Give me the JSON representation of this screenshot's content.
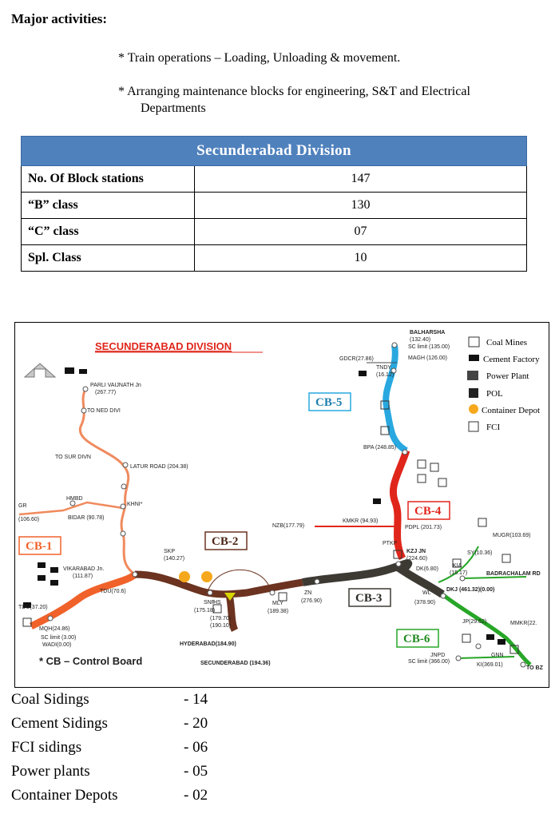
{
  "heading": "Major activities:",
  "activities": [
    "* Train operations – Loading, Unloading & movement.",
    "* Arranging maintenance blocks for engineering, S&T and Electrical",
    "Departments"
  ],
  "division_table": {
    "title": "Secunderabad Division",
    "rows": [
      {
        "label": "No. Of Block stations",
        "value": "147"
      },
      {
        "label": "“B” class",
        "value": "130"
      },
      {
        "label": "“C” class",
        "value": "07"
      },
      {
        "label": "Spl. Class",
        "value": "10"
      }
    ]
  },
  "map": {
    "title": "SECUNDERABAD DIVISION",
    "footnote": "* CB – Control Board",
    "control_boards": [
      "CB-1",
      "CB-2",
      "CB-3",
      "CB-4",
      "CB-5",
      "CB-6"
    ],
    "legend": [
      "Coal Mines",
      "Cement Factory",
      "Power Plant",
      "POL",
      "Container Depot",
      "FCI"
    ],
    "stations": {
      "parli": "PARLI VAIJNATH Jn",
      "parli_km": "(267.77)",
      "to_ned": "TO NED DIVI",
      "to_sur": "TO SUR DIVN",
      "latur": "LATUR ROAD (204.38)",
      "khni": "KHNI*",
      "hmbd": "HMBD",
      "gr": "GR",
      "gr_km": "(106.60)",
      "bidar": "BIDAR (90.78)",
      "vkb": "VIKARABAD Jn.",
      "vkb_km": "(111.87)",
      "tdu": "TDU(70.6)",
      "tdu2": "TDU(37.20)",
      "mqh": "MQH(24.86)",
      "sc1": "SC limit (3.00)",
      "wadi": "WADI(0.00)",
      "skp": "SKP",
      "skp_km": "(140.27)",
      "snf": "SNF",
      "snf_km": "(175.18)",
      "hs": "HS",
      "hs_km1": "(179.70)",
      "hs_km2": "(190.10)",
      "mly": "MLY",
      "mly_km": "(189.38)",
      "zn": "ZN",
      "zn_km": "(276.90)",
      "hyb": "HYDERABAD(184.90)",
      "sc": "SECUNDERABAD (194.36)",
      "nzb": "NZB(177.79)",
      "kmr": "KMKR (94.93)",
      "pdpl": "PDPL (201.73)",
      "ptkp": "PTKP",
      "kzj": "KZJ JN",
      "kzj_km": "(224.60)",
      "dk": "DK(6.80)",
      "kia": "KIA",
      "kia_km": "(15.17)",
      "sy": "SY(10.36)",
      "mugr": "MUGR(103.69)",
      "bdcr": "BADRACHALAM RD",
      "wl": "WL",
      "wl_km": "(378.90)",
      "dkj": "DKJ (461.32)(0.00)",
      "jp": "JP",
      "jp_km": "(29.62)",
      "mmkr": "MMKR(22.",
      "gnn": "GNN",
      "jnpd": "JNPD",
      "sc2": "SC limit (366.00)",
      "kr": "KI(369.01)",
      "tobz": "TO BZ",
      "bhs": "BALHARSHA",
      "bhs_km": "(132.40)",
      "sc3": "SC limit (135.00)",
      "mag": "MAGH (126.00)",
      "gdcr": "GDCR(27.86)",
      "myt": "TNDY",
      "myt_km": "(16.12)",
      "bpa": "BPA (248.85)"
    }
  },
  "sidings": [
    {
      "label": "Coal Sidings",
      "value": "- 14"
    },
    {
      "label": "Cement Sidings",
      "value": "- 20"
    },
    {
      "label": "FCI sidings",
      "value": "- 06"
    },
    {
      "label": "Power plants",
      "value": "- 05"
    },
    {
      "label": "Container Depots",
      "value": "- 02"
    }
  ]
}
